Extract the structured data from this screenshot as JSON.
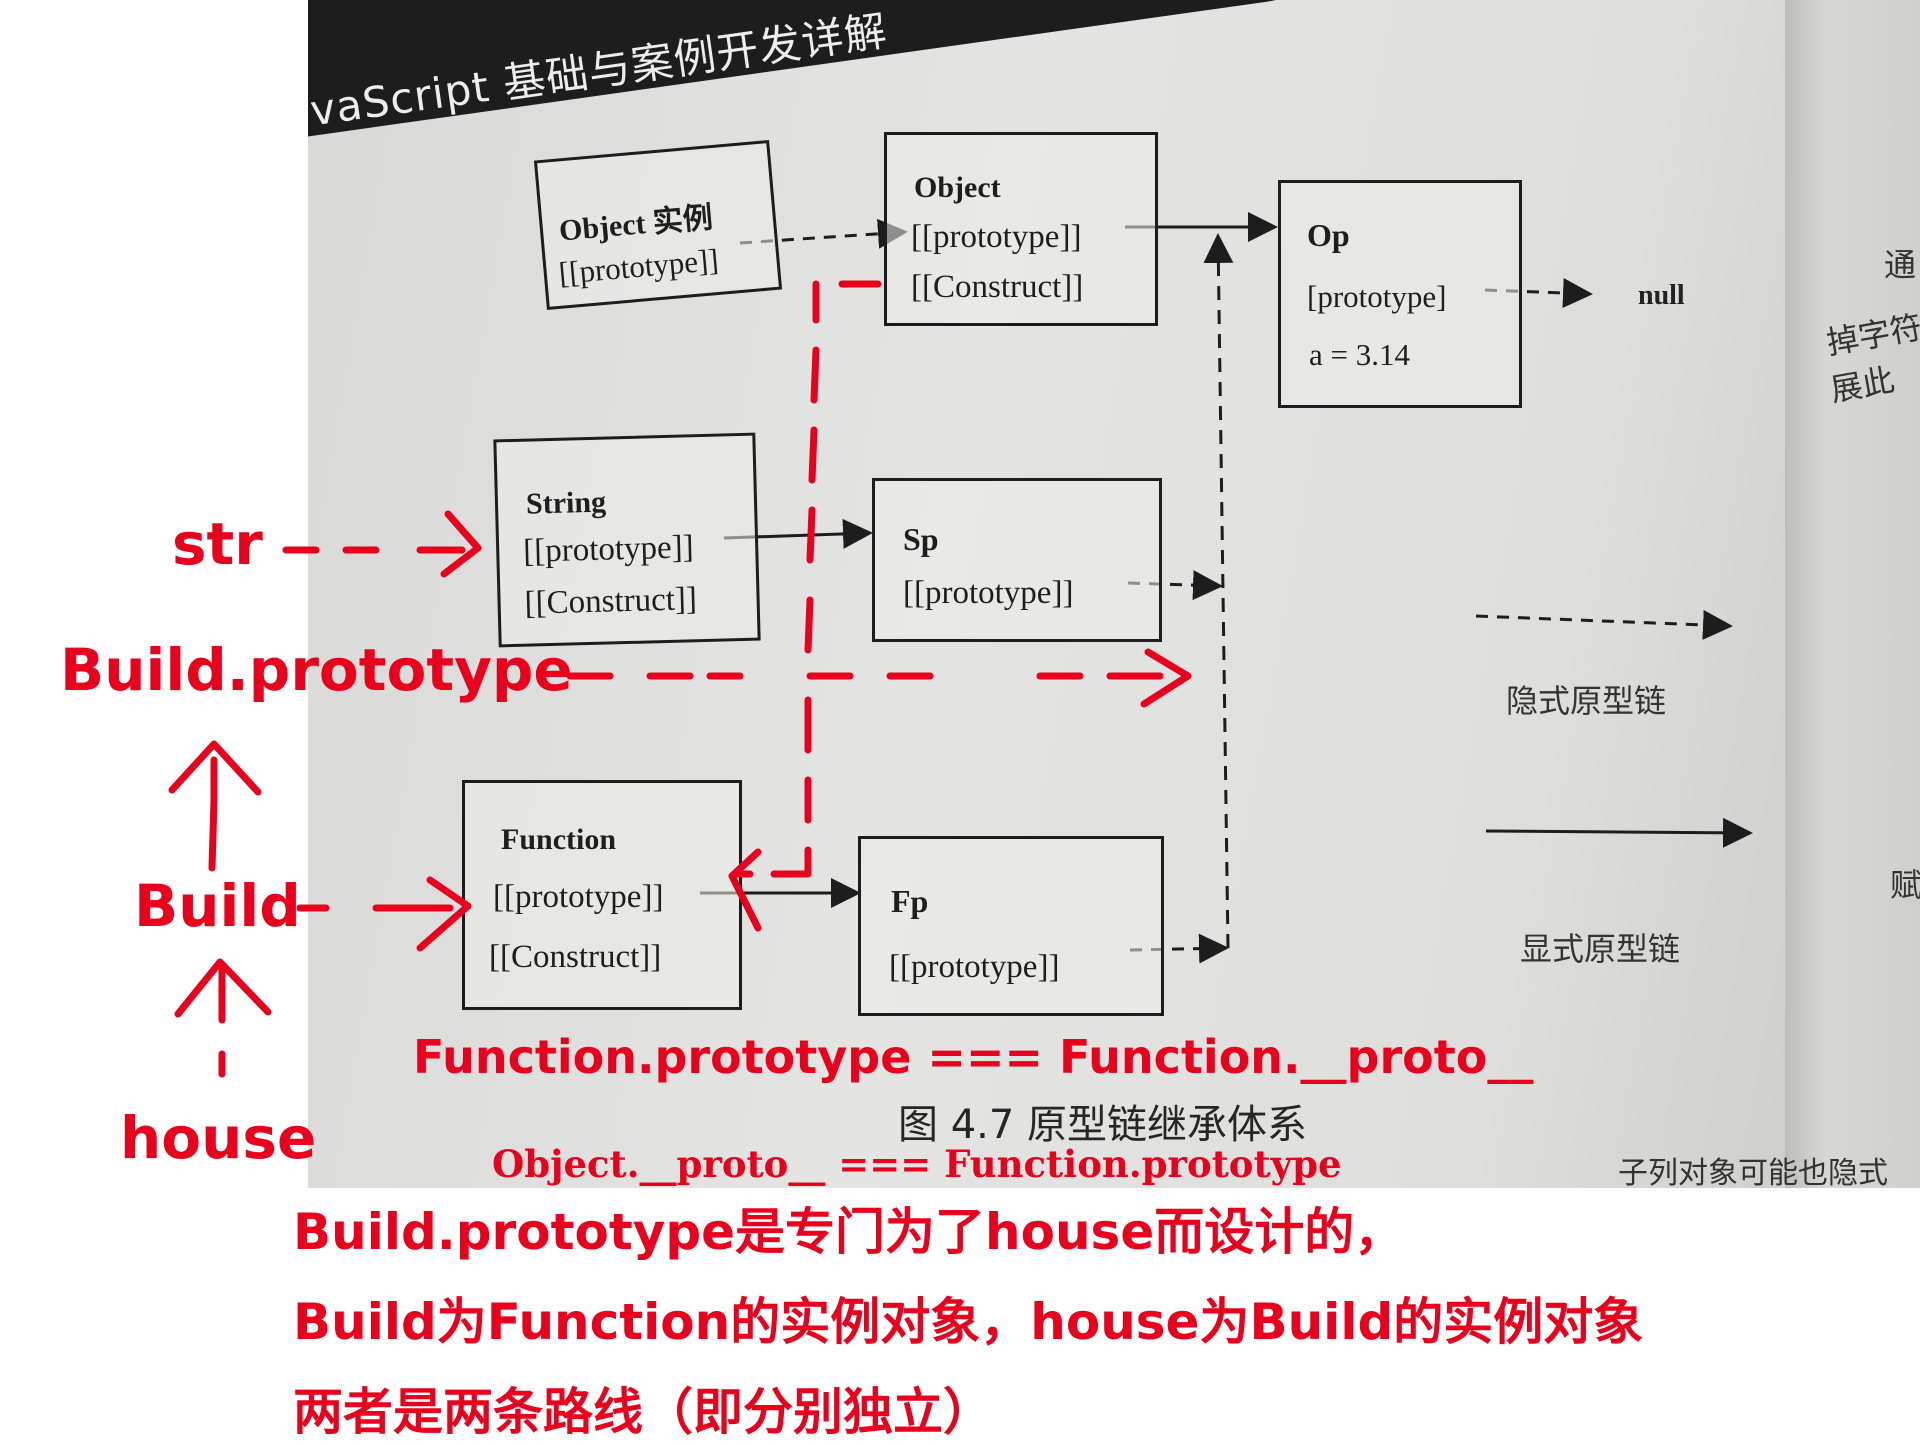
{
  "book": {
    "header_title": "vaScript 基础与案例开发详解",
    "figure_caption": "图 4.7   原型链继承体系",
    "cutoff_text": "子列对象可能也隐式"
  },
  "boxes": {
    "object_instance": {
      "title": "Object 实例",
      "lines": [
        "[[prototype]]"
      ]
    },
    "object": {
      "title": "Object",
      "lines": [
        "[[prototype]]",
        "[[Construct]]"
      ]
    },
    "op": {
      "title": "Op",
      "lines": [
        "[prototype]",
        "a = 3.14"
      ]
    },
    "string": {
      "title": "String",
      "lines": [
        "[[prototype]]",
        "[[Construct]]"
      ]
    },
    "sp": {
      "title": "Sp",
      "lines": [
        "[[prototype]]"
      ]
    },
    "function": {
      "title": "Function",
      "lines": [
        "[[prototype]]",
        "[[Construct]]"
      ]
    },
    "fp": {
      "title": "Fp",
      "lines": [
        "[[prototype]]"
      ]
    }
  },
  "null_label": "null",
  "legend": {
    "implicit": "隐式原型链",
    "explicit": "显式原型链"
  },
  "side_text": [
    "通",
    "掉字符",
    "展此",
    "赋"
  ],
  "annotations": {
    "str": "str",
    "build_prototype": "Build.prototype",
    "build": "Build",
    "house": "house",
    "eq_function": "Function.prototype === Function.__proto__",
    "eq_object": "Object.__proto__ === Function.prototype"
  },
  "notes": [
    "Build.prototype是专门为了house而设计的，",
    "Build为Function的实例对象，house为Build的实例对象",
    "两者是两条路线（即分别独立）"
  ],
  "colors": {
    "annotation_red": "#e8001c",
    "ink": "#1d1d1d",
    "page": "#e0e0de"
  }
}
